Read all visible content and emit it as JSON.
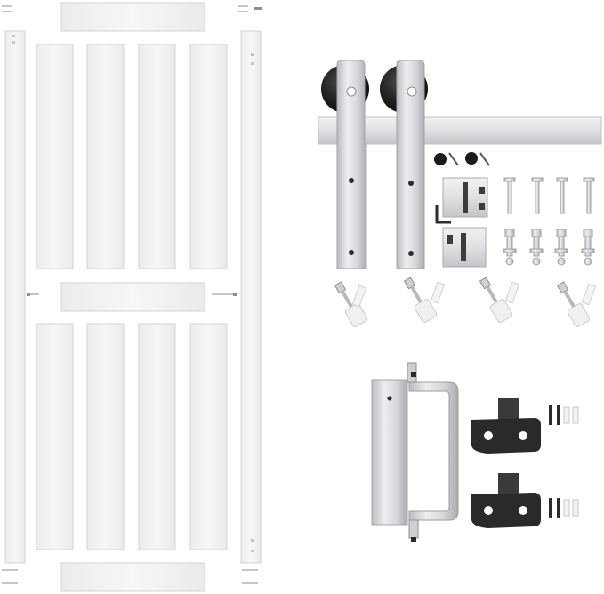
{
  "colors": {
    "background": "#ffffff",
    "panel_fill": "#f4f4f5",
    "panel_stroke": "#d2d3d6",
    "steel_light": "#e6e7e9",
    "steel_mid": "#c9cacd",
    "steel_dark": "#9c9ea2",
    "wheel_black": "#1c1c1e",
    "plastic_black": "#2a2a2c",
    "anchor_white": "#f3f3f3"
  },
  "icons": [
    "door-panel-kit",
    "sliding-rail",
    "hanger-strap-with-wheel",
    "screw",
    "bolt",
    "anchor",
    "door-pull-handle",
    "floor-guide",
    "allen-key",
    "stopper-block"
  ]
}
